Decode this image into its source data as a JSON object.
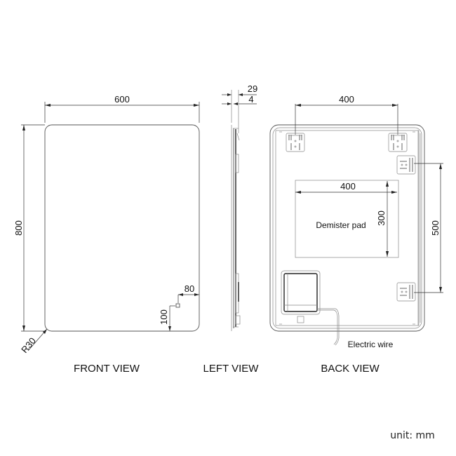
{
  "front_view": {
    "label": "FRONT VIEW",
    "width_dim": "600",
    "height_dim": "800",
    "radius_dim": "R30",
    "sensor_offset_x": "80",
    "sensor_offset_y": "100"
  },
  "left_view": {
    "label": "LEFT VIEW",
    "depth_dim": "29",
    "glass_dim": "4"
  },
  "back_view": {
    "label": "BACK VIEW",
    "bracket_spacing_top": "400",
    "bracket_spacing_side": "500",
    "demister": {
      "label": "Demister pad",
      "width_dim": "400",
      "height_dim": "300"
    },
    "wire_label": "Electric wire"
  },
  "unit_label": "unit: mm"
}
